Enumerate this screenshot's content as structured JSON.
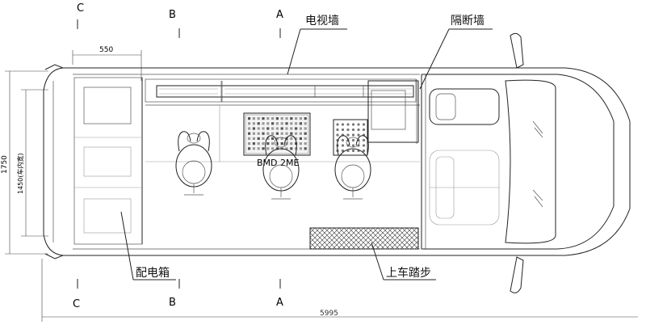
{
  "section_markers": {
    "top": [
      "C",
      "B",
      "A"
    ],
    "bottom": [
      "C",
      "B",
      "A"
    ]
  },
  "callouts": {
    "tv_wall": "电视墙",
    "partition_wall": "隔断墙",
    "power_box": "配电箱",
    "boarding_step": "上车踏步"
  },
  "dimensions": {
    "width_550": "550",
    "height_1750": "1750",
    "inner_1450": "1450(车内宽)",
    "length_5995": "5995"
  },
  "console_label": "BMD 2ME",
  "colors": {
    "line": "#222222",
    "text": "#111111",
    "background": "#ffffff"
  }
}
